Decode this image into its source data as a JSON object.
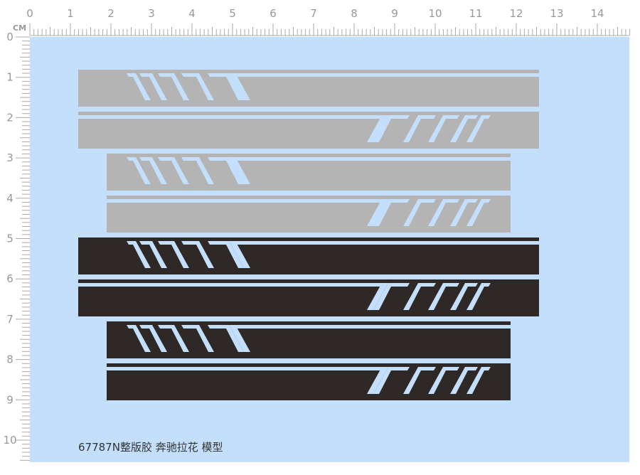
{
  "ruler": {
    "unit_label": "CM",
    "horizontal_labels": [
      "0",
      "1",
      "2",
      "3",
      "4",
      "5",
      "6",
      "7",
      "8",
      "9",
      "10",
      "11",
      "12",
      "13",
      "14"
    ],
    "vertical_labels": [
      "0",
      "1",
      "2",
      "3",
      "4",
      "5",
      "6",
      "7",
      "8",
      "9",
      "10"
    ]
  },
  "colors": {
    "sheet": "#c4dffb",
    "gray_decal": "#b4b4b4",
    "dark_decal": "#2e2826",
    "ruler_ink": "#aaaaaa"
  },
  "decals": [
    {
      "color": "gray",
      "pattern": "chevrons-left",
      "size": "long"
    },
    {
      "color": "gray",
      "pattern": "chevrons-right",
      "size": "long"
    },
    {
      "color": "gray",
      "pattern": "chevrons-left",
      "size": "short"
    },
    {
      "color": "gray",
      "pattern": "chevrons-right",
      "size": "short"
    },
    {
      "color": "dark",
      "pattern": "chevrons-left",
      "size": "long"
    },
    {
      "color": "dark",
      "pattern": "chevrons-right",
      "size": "long"
    },
    {
      "color": "dark",
      "pattern": "chevrons-left",
      "size": "short"
    },
    {
      "color": "dark",
      "pattern": "chevrons-right",
      "size": "short"
    }
  ],
  "caption": "67787N整版胶 奔驰拉花 模型"
}
